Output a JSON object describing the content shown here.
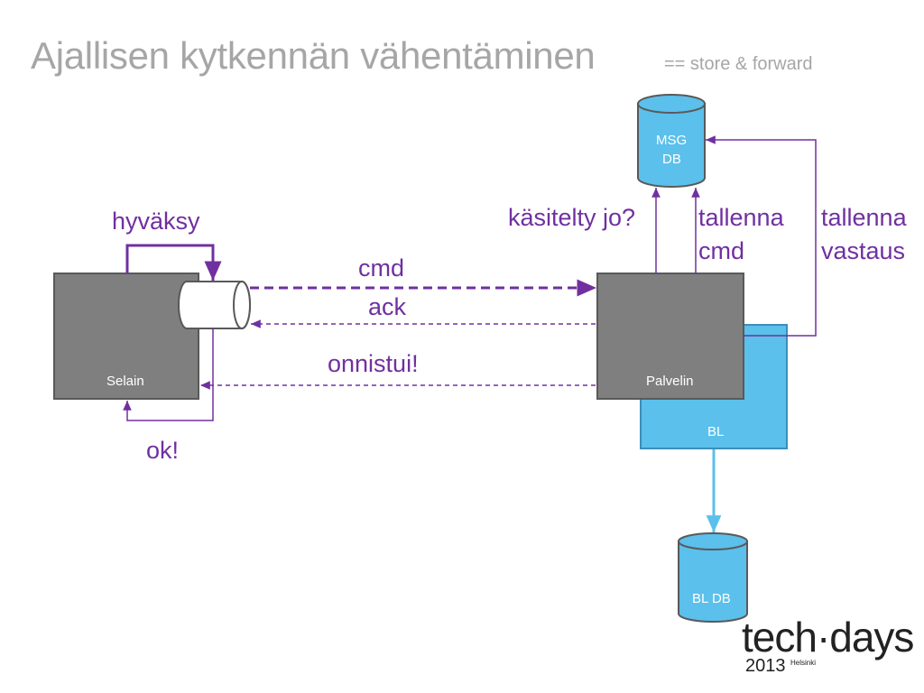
{
  "title": "Ajallisen kytkennän vähentäminen",
  "subtitle": "== store & forward",
  "nodes": {
    "browser": "Selain",
    "server": "Palvelin",
    "bl": "BL",
    "msg_db": [
      "MSG",
      "DB"
    ],
    "bl_db": "BL DB"
  },
  "labels": {
    "approve": "hyväksy",
    "cmd": "cmd",
    "ack": "ack",
    "success": "onnistui!",
    "ok": "ok!",
    "already_processed": "käsitelty jo?",
    "store_cmd": [
      "tallenna",
      "cmd"
    ],
    "store_reply": [
      "tallenna",
      "vastaus"
    ]
  },
  "logo": {
    "brand": "tech·days",
    "year": "2013",
    "city": "Helsinki"
  },
  "colors": {
    "accent": "#7030a0",
    "box_gray": "#7f7f7f",
    "box_blue": "#5bc0eb",
    "title_gray": "#a6a6a6"
  }
}
